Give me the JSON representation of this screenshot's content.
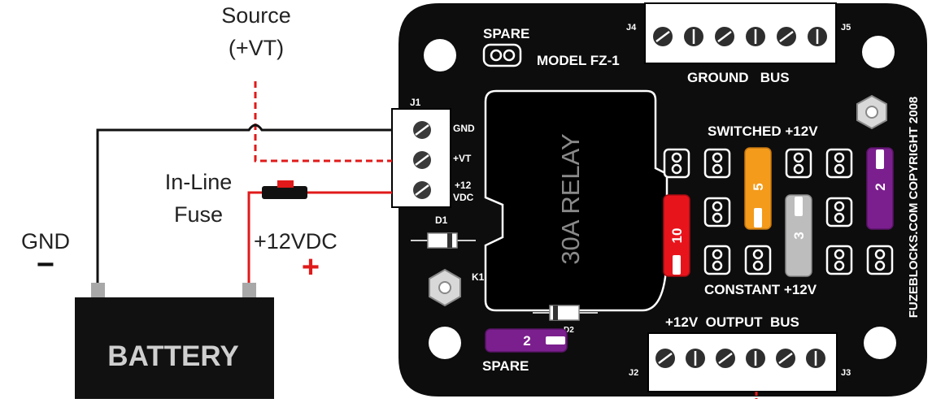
{
  "labels": {
    "source_line1": "Source",
    "source_line2": "(+VT)",
    "inline_fuse_line1": "In-Line",
    "inline_fuse_line2": "Fuse",
    "gnd": "GND",
    "minus": "−",
    "plus12vdc": "+12VDC",
    "plus": "+",
    "battery": "BATTERY"
  },
  "board": {
    "spare_top": "SPARE",
    "model": "MODEL FZ-1",
    "ground_bus": "GROUND   BUS",
    "j4": "J4",
    "j5": "J5",
    "j1": "J1",
    "j1_gnd": "GND",
    "j1_vt": "+VT",
    "j1_12": "+12",
    "j1_vdc": "VDC",
    "d1": "D1",
    "relay": "30A RELAY",
    "k1": "K1",
    "switched": "SWITCHED +12V",
    "constant": "CONSTANT +12V",
    "output_bus": "+12V  OUTPUT  BUS",
    "j2": "J2",
    "j3": "J3",
    "d2": "D2",
    "spare_bottom": "SPARE",
    "spare_fuse_value": "2",
    "copyright": "FUZEBLOCKS.COM COPYRIGHT 2008",
    "fuse_5": "5",
    "fuse_2": "2",
    "fuse_10": "10",
    "fuse_3": "3"
  },
  "colors": {
    "board": "#0d0d0d",
    "wire_red": "#e01a1a",
    "wire_black": "#111111",
    "fuse_orange": "#f49b1c",
    "fuse_purple": "#7b1f8e",
    "fuse_red": "#e8141c",
    "fuse_gray": "#bdbdbd"
  }
}
